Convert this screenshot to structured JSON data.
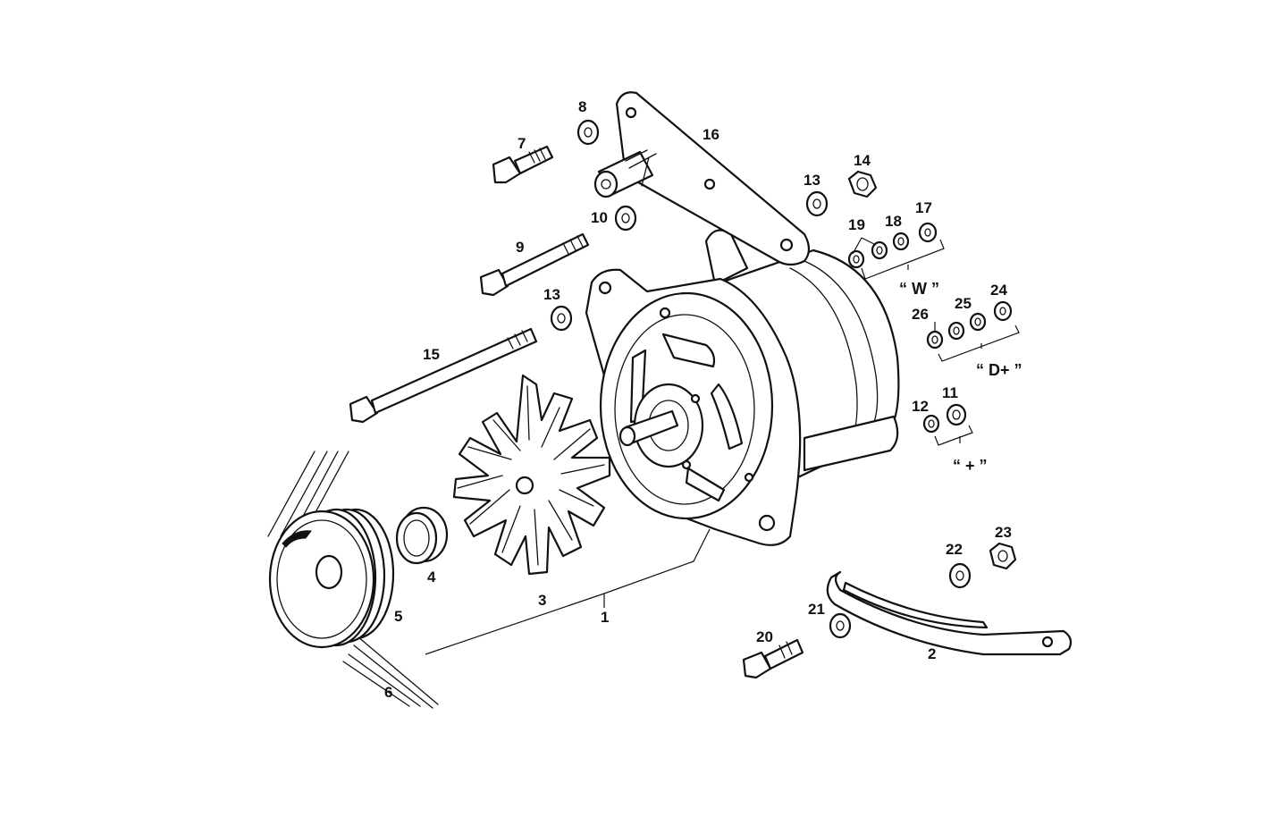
{
  "labels": {
    "p1": "1",
    "p2": "2",
    "p3": "3",
    "p4": "4",
    "p5": "5",
    "p6": "6",
    "p7": "7",
    "p8": "8",
    "p9": "9",
    "p10": "10",
    "p11": "11",
    "p12": "12",
    "p13a": "13",
    "p13b": "13",
    "p14": "14",
    "p15": "15",
    "p16": "16",
    "p17": "17",
    "p18": "18",
    "p19": "19",
    "p20": "20",
    "p21": "21",
    "p22": "22",
    "p23": "23",
    "p24": "24",
    "p25": "25",
    "p26": "26"
  },
  "groups": {
    "w": "“ W ”",
    "d_plus": "“ D+ ”",
    "plus": "“ + ”"
  },
  "colors": {
    "ink": "#111111",
    "paper": "#ffffff"
  }
}
